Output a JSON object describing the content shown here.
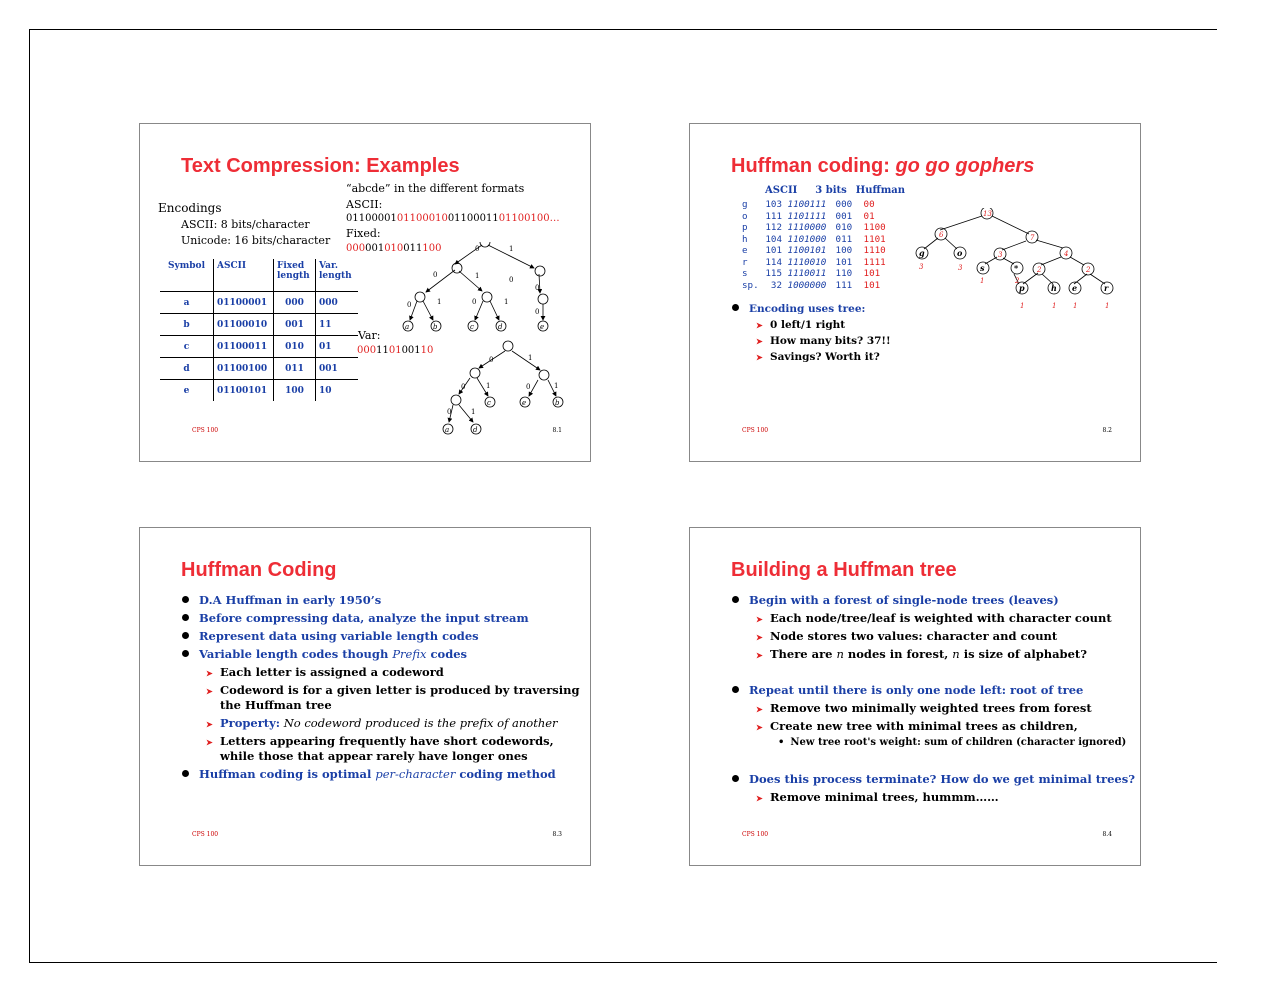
{
  "slides": {
    "s1": {
      "title": "Text Compression: Examples",
      "footer_left": "CPS 100",
      "footer_right": "8.1",
      "encodings": "Encodings",
      "ascii_line": "ASCII: 8 bits/character",
      "unicode_line": "Unicode: 16 bits/character",
      "abcde_heading": "“abcde” in the different formats",
      "ascii_label": "ASCII:",
      "ascii_bits": [
        "01100001",
        "01100010",
        "01100011",
        "01100100",
        "…"
      ],
      "fixed_label": "Fixed:",
      "fixed_bits": [
        "000",
        "001",
        "010",
        "011",
        "100"
      ],
      "var_label": "Var:",
      "var_bits": [
        "000",
        "11",
        "01",
        "001",
        "10"
      ],
      "table_headers": [
        "Symbol",
        "ASCII",
        "Fixed length",
        "Var. length"
      ],
      "table_rows": [
        [
          "a",
          "01100001",
          "000",
          "000"
        ],
        [
          "b",
          "01100010",
          "001",
          "11"
        ],
        [
          "c",
          "01100011",
          "010",
          "01"
        ],
        [
          "d",
          "01100100",
          "011",
          "001"
        ],
        [
          "e",
          "01100101",
          "100",
          "10"
        ]
      ],
      "tree_edge_labels": [
        "0",
        "1"
      ],
      "tree_leaves": [
        "a",
        "b",
        "c",
        "d",
        "e"
      ]
    },
    "s2": {
      "title_a": "Huffman coding: ",
      "title_b": "go go gophers",
      "footer_left": "CPS 100",
      "footer_right": "8.2",
      "col_headers": [
        "ASCII",
        "3 bits",
        "Huffman"
      ],
      "rows": [
        [
          "g",
          "103",
          "1100111",
          "000",
          "00"
        ],
        [
          "o",
          "111",
          "1101111",
          "001",
          "01"
        ],
        [
          "p",
          "112",
          "1110000",
          "010",
          "1100"
        ],
        [
          "h",
          "104",
          "1101000",
          "011",
          "1101"
        ],
        [
          "e",
          "101",
          "1100101",
          "100",
          "1110"
        ],
        [
          "r",
          "114",
          "1110010",
          "101",
          "1111"
        ],
        [
          "s",
          "115",
          "1110011",
          "110",
          "101"
        ],
        [
          "sp.",
          "32",
          "1000000",
          "111",
          "101"
        ]
      ],
      "bullet": "Encoding uses tree:",
      "subs": [
        "0 left/1 right",
        "How many bits? 37!!",
        "Savings? Worth it?"
      ],
      "tree_weights": [
        "13",
        "6",
        "7",
        "3",
        "4",
        "2",
        "2",
        "3",
        "3",
        "1",
        "2",
        "1",
        "1",
        "1",
        "1"
      ],
      "tree_leaves": [
        "g",
        "o",
        "s",
        "*",
        "p",
        "h",
        "e",
        "r"
      ]
    },
    "s3": {
      "title": "Huffman Coding",
      "footer_left": "CPS 100",
      "footer_right": "8.3",
      "bullets": [
        "D.A Huffman in early 1950’s",
        "Before compressing data, analyze the input stream",
        "Represent data using variable length codes"
      ],
      "bullet4_a": "Variable length codes though ",
      "bullet4_b": "Prefix",
      "bullet4_c": " codes",
      "sub1": "Each letter is assigned a codeword",
      "sub2_l1": "Codeword is for a given letter is produced by traversing",
      "sub2_l2": "the Huffman tree",
      "sub3_a": "Property:",
      "sub3_b": " No codeword produced is the prefix of another",
      "sub4_l1": "Letters appearing frequently have short codewords,",
      "sub4_l2": "while those that appear rarely have longer ones",
      "bullet5_a": "Huffman coding is optimal ",
      "bullet5_b": "per-character",
      "bullet5_c": " coding method"
    },
    "s4": {
      "title": "Building a Huffman tree",
      "footer_left": "CPS 100",
      "footer_right": "8.4",
      "b1": "Begin with a forest of single-node trees (leaves)",
      "b1_subs": [
        "Each node/tree/leaf is weighted with character count",
        "Node stores two values: character and count"
      ],
      "b1_sub3_a": "There are ",
      "b1_sub3_n": "n",
      "b1_sub3_b": " nodes in forest, ",
      "b1_sub3_c": " is size of alphabet?",
      "b2": "Repeat until there is only one node left: root of tree",
      "b2_subs": [
        "Remove two minimally weighted trees from forest",
        "Create new tree with minimal trees as children,"
      ],
      "b2_subsub": "New tree root's weight: sum of children (character ignored)",
      "b3": "Does this process terminate? How do we get minimal trees?",
      "b3_sub": "Remove minimal trees, hummm……"
    }
  }
}
